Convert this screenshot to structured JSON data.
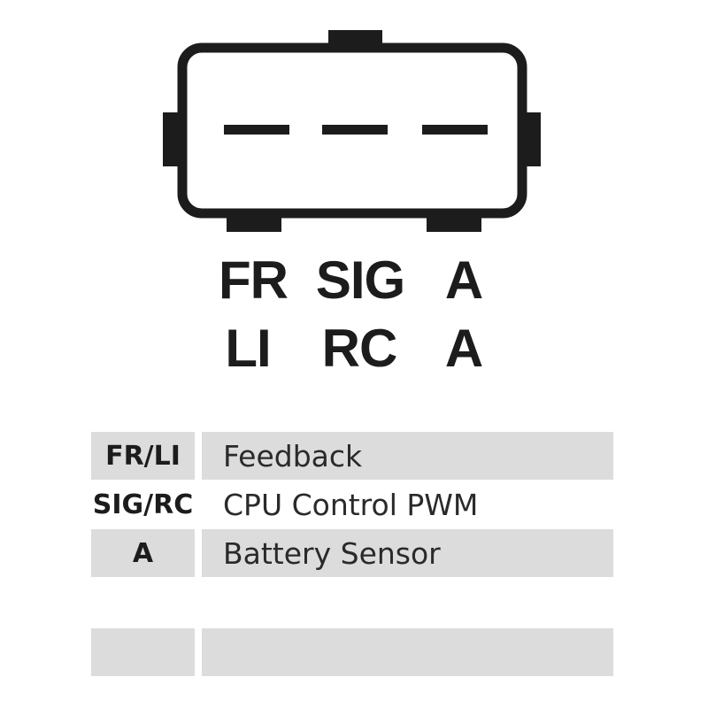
{
  "connector": {
    "pin_labels_top": [
      "FR",
      "SIG",
      "A"
    ],
    "pin_labels_bottom": [
      "LI",
      "RC",
      "A"
    ]
  },
  "legend": {
    "rows": [
      {
        "code": "FR/LI",
        "description": "Feedback",
        "shaded": true
      },
      {
        "code": "SIG/RC",
        "description": "CPU Control PWM",
        "shaded": false
      },
      {
        "code": "A",
        "description": "Battery Sensor",
        "shaded": true
      },
      {
        "code": "",
        "description": "",
        "shaded": false
      },
      {
        "code": "",
        "description": "",
        "shaded": true
      }
    ]
  },
  "colors": {
    "outline": "#1c1c1c",
    "row_shade": "#dcdcdc"
  }
}
